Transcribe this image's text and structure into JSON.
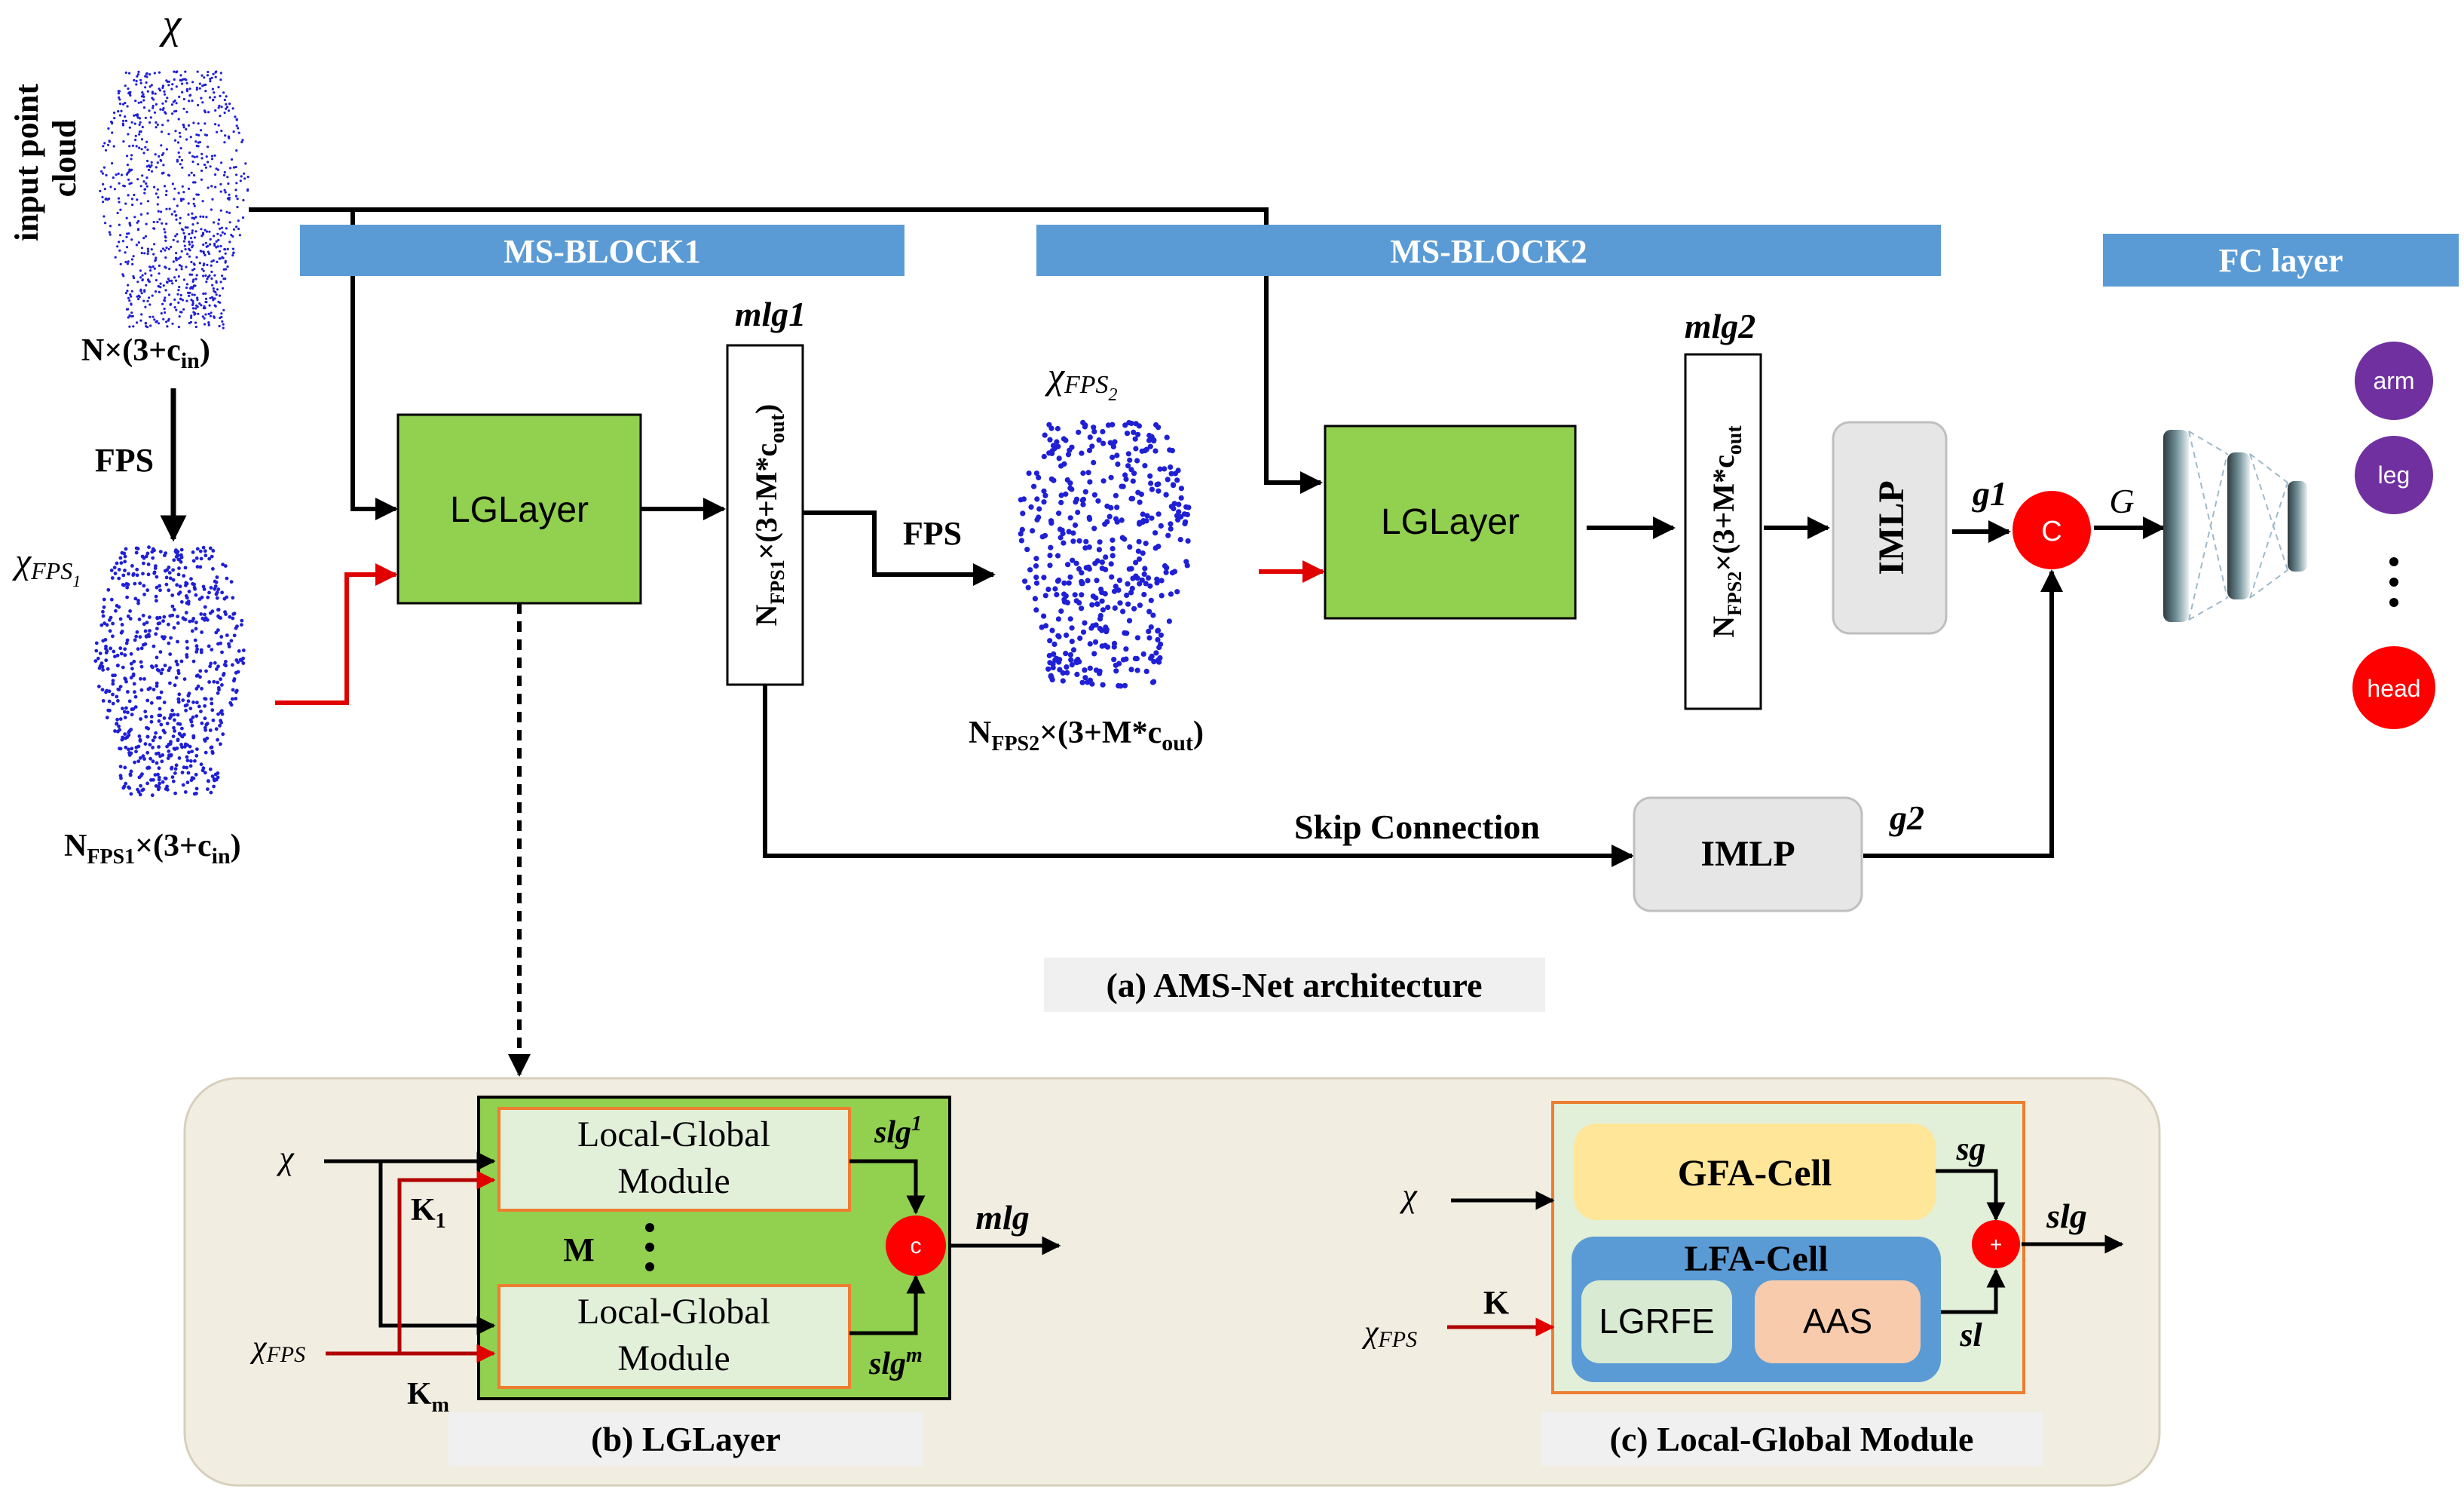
{
  "banners": {
    "ms_block1": "MS-BLOCK1",
    "ms_block2": "MS-BLOCK2",
    "fc_layer": "FC layer"
  },
  "colors": {
    "banner": "#5b9bd5",
    "lglayer_green": "#92d050",
    "imlp_gray": "#e7e6e6",
    "concat_red": "#ff0000",
    "class_purple": "#7030a0",
    "point_blue": "#1f1fd6",
    "panel_bg": "#f1ede1",
    "gfa_yellow": "#ffe699",
    "lfa_blue": "#5b9bd5",
    "lgrfe_green": "#d9ead3",
    "aas_peach": "#f8cbad",
    "module_border": "#ed7d31"
  },
  "architecture": {
    "input_label": "input point cloud",
    "chi": "χ",
    "chi_fps1": "χFPS1",
    "chi_fps2": "χFPS2",
    "dim_input": "N×(3+cin)",
    "dim_fps1": "NFPS1×(3+cin)",
    "fps1": "FPS",
    "fps2": "FPS",
    "lglayer1": "LGLayer",
    "lglayer2": "LGLayer",
    "mlg1": "mlg1",
    "mlg2": "mlg2",
    "mlg1_dim": "NFPS1×(3+M*cout)",
    "mlg2_dim": "NFPS2×(3+M*cout",
    "dim_fps2": "NFPS2×(3+M*cout)",
    "imlp_top": "IMLP",
    "imlp_skip": "IMLP",
    "g1": "g1",
    "g2": "g2",
    "G": "G",
    "concat": "C",
    "skip": "Skip Connection",
    "classes": [
      "arm",
      "leg",
      "head"
    ],
    "caption": "(a) AMS-Net architecture"
  },
  "lglayer_detail": {
    "chi": "χ",
    "chi_fps": "χFPS",
    "k1": "K1",
    "km": "Km",
    "M": "M",
    "module_top": "Local-Global Module",
    "module_bottom": "Local-Global Module",
    "slg1": "slg1",
    "slgm": "slgm",
    "concat": "c",
    "mlg": "mlg",
    "caption": "(b) LGLayer"
  },
  "module_detail": {
    "chi": "χ",
    "chi_fps": "χFPS",
    "K": "K",
    "gfa": "GFA-Cell",
    "lfa": "LFA-Cell",
    "lgrfe": "LGRFE",
    "aas": "AAS",
    "sg": "sg",
    "sl": "sl",
    "slg": "slg",
    "plus": "+",
    "caption": "(c) Local-Global Module"
  }
}
